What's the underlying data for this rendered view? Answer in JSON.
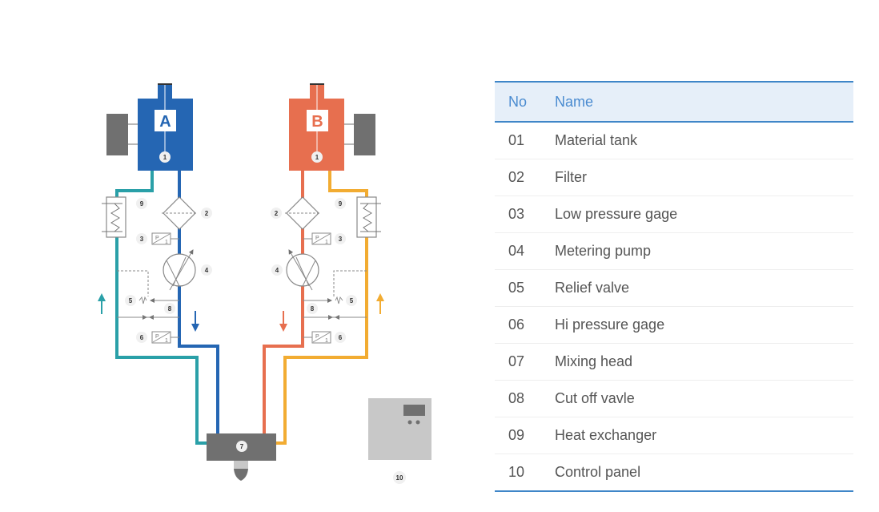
{
  "diagram": {
    "tank_a_label": "A",
    "tank_b_label": "B",
    "colors": {
      "component_a": "#2566b3",
      "component_b": "#e76f4f",
      "return_a": "#2aa0a8",
      "return_b": "#f2ac32",
      "gray_dark": "#707070",
      "gray_light": "#c8c8c8"
    },
    "callouts": {
      "tank": "1",
      "filter": "2",
      "low_pressure_gage": "3",
      "metering_pump": "4",
      "relief_valve": "5",
      "hi_pressure_gage": "6",
      "mixing_head": "7",
      "cut_off_valve": "8",
      "heat_exchanger": "9",
      "control_panel": "10"
    },
    "gauge_symbol_letter": "P",
    "gauge_symbol_digit": "1"
  },
  "table": {
    "headers": {
      "no": "No",
      "name": "Name"
    },
    "rows": [
      {
        "no": "01",
        "name": "Material tank"
      },
      {
        "no": "02",
        "name": "Filter"
      },
      {
        "no": "03",
        "name": "Low pressure gage"
      },
      {
        "no": "04",
        "name": "Metering pump"
      },
      {
        "no": "05",
        "name": "Relief valve"
      },
      {
        "no": "06",
        "name": "Hi pressure gage"
      },
      {
        "no": "07",
        "name": "Mixing head"
      },
      {
        "no": "08",
        "name": "Cut off vavle"
      },
      {
        "no": "09",
        "name": "Heat exchanger"
      },
      {
        "no": "10",
        "name": "Control panel"
      }
    ]
  }
}
